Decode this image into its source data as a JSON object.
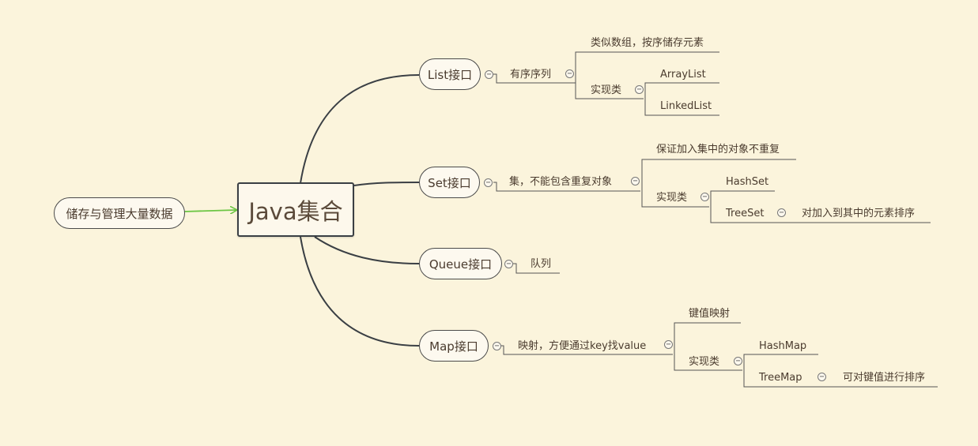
{
  "root": {
    "label": "Java集合"
  },
  "input_node": {
    "label": "储存与管理大量数据"
  },
  "toggle_glyph": "−",
  "colors": {
    "background": "#fbf4dc",
    "line": "#3a3f44",
    "arrow": "#6cc644",
    "bracket": "#555555"
  },
  "branches": {
    "list": {
      "label": "List接口",
      "desc": "有序序列",
      "details": [
        "类似数组，按序储存元素"
      ],
      "impl_label": "实现类",
      "impls": [
        "ArrayList",
        "LinkedList"
      ]
    },
    "set": {
      "label": "Set接口",
      "desc": "集，不能包含重复对象",
      "details": [
        "保证加入集中的对象不重复"
      ],
      "impl_label": "实现类",
      "impls": [
        "HashSet",
        "TreeSet"
      ],
      "treeset_note": "对加入到其中的元素排序"
    },
    "queue": {
      "label": "Queue接口",
      "desc": "队列"
    },
    "map": {
      "label": "Map接口",
      "desc": "映射，方便通过key找value",
      "details": [
        "键值映射"
      ],
      "impl_label": "实现类",
      "impls": [
        "HashMap",
        "TreeMap"
      ],
      "treemap_note": "可对键值进行排序"
    }
  }
}
